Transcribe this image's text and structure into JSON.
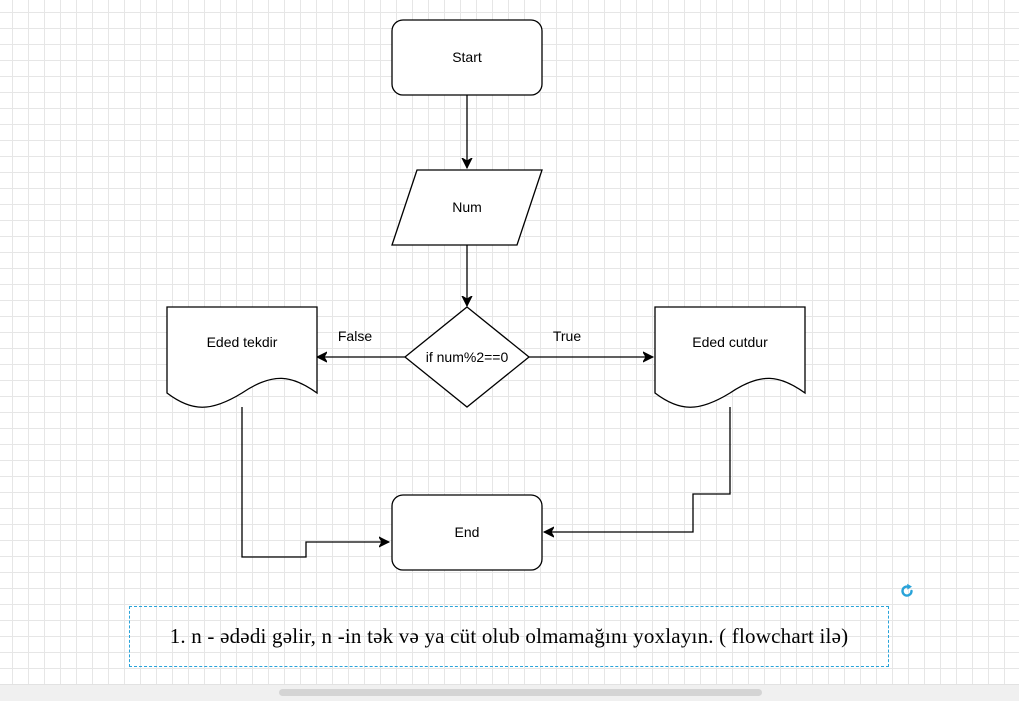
{
  "flowchart": {
    "start_label": "Start",
    "input_label": "Num",
    "decision_label": "if num%2==0",
    "false_label": "False",
    "true_label": "True",
    "odd_output_label": "Eded tekdir",
    "even_output_label": "Eded cutdur",
    "end_label": "End"
  },
  "caption": {
    "text": "1. n - ədədi gəlir, n -in tək və ya cüt olub olmamağını yoxlayın. ( flowchart ilə)"
  },
  "colors": {
    "stroke": "#000000",
    "selection": "#29a3d9",
    "rotate_handle": "#29a3d9"
  },
  "icons": {
    "rotate_handle": "rotate-icon"
  }
}
